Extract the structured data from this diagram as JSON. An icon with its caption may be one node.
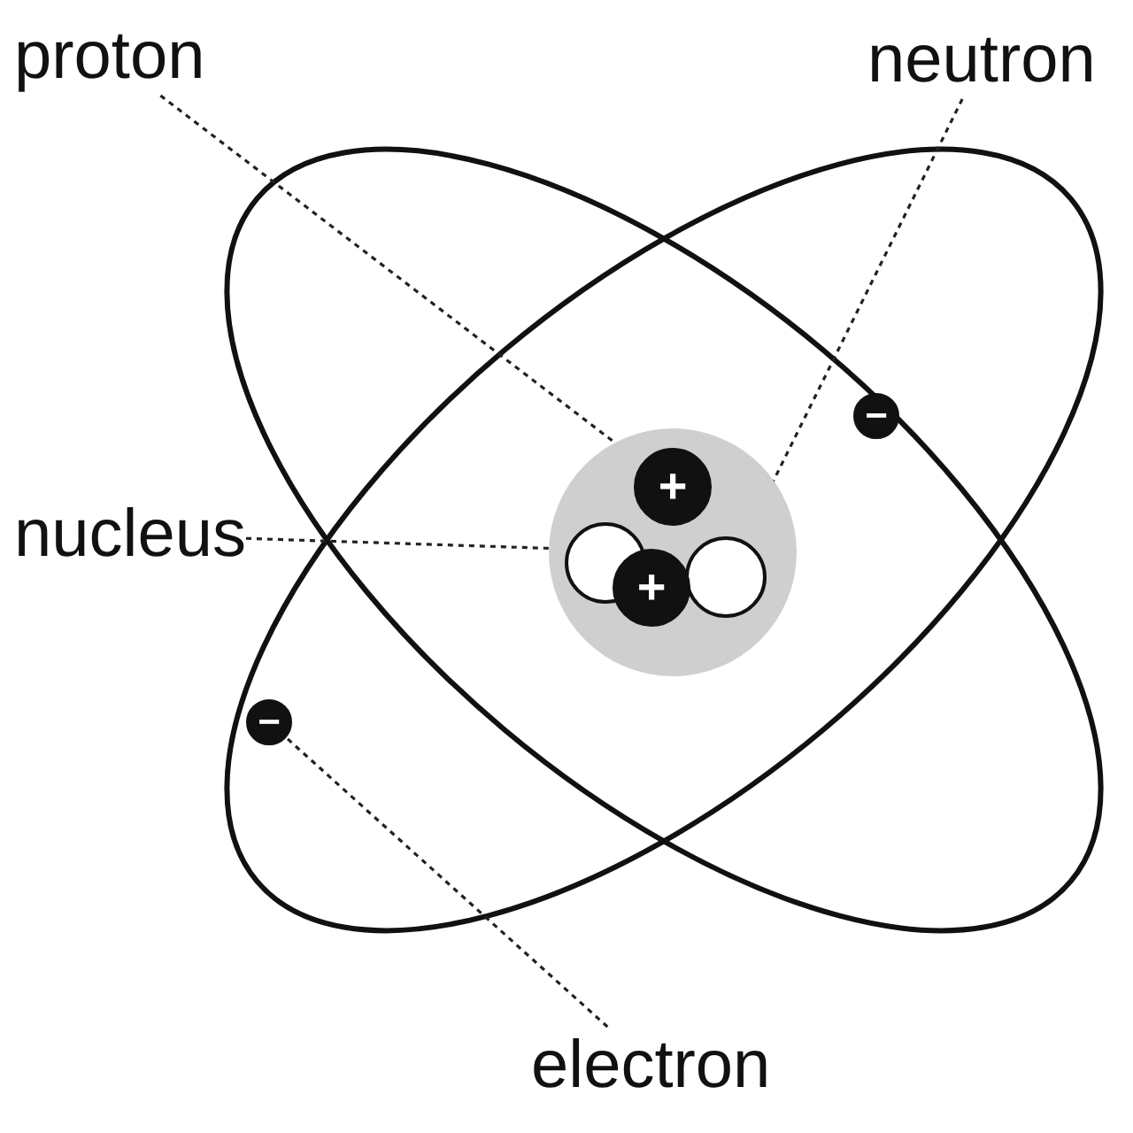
{
  "diagram": {
    "nodes": [
      {
        "text": [
          "proton"
        ]
      },
      {
        "text": [
          "neutron"
        ]
      },
      {
        "text": [
          "nucleus"
        ]
      },
      {
        "text": [
          "electron"
        ]
      },
      {
        "text": [],
        "shape": "circle"
      },
      {
        "text": [
          "+"
        ],
        "in": 4
      },
      {
        "text": [
          "+"
        ],
        "in": 4
      },
      {
        "text": [],
        "shape": "circle",
        "in": 4
      },
      {
        "text": [],
        "shape": "circle",
        "in": 4
      },
      {
        "text": [
          "−"
        ]
      },
      {
        "text": [
          "−"
        ]
      }
    ],
    "edges": [
      {
        "from": 0,
        "to": 5,
        "arrow": "none",
        "style": "dashed"
      },
      {
        "from": 1,
        "to": 8,
        "arrow": "none",
        "style": "dashed"
      },
      {
        "from": 2,
        "to": 4,
        "arrow": "none",
        "style": "dashed"
      },
      {
        "from": 3,
        "to": 9,
        "arrow": "none",
        "style": "dashed"
      }
    ]
  }
}
